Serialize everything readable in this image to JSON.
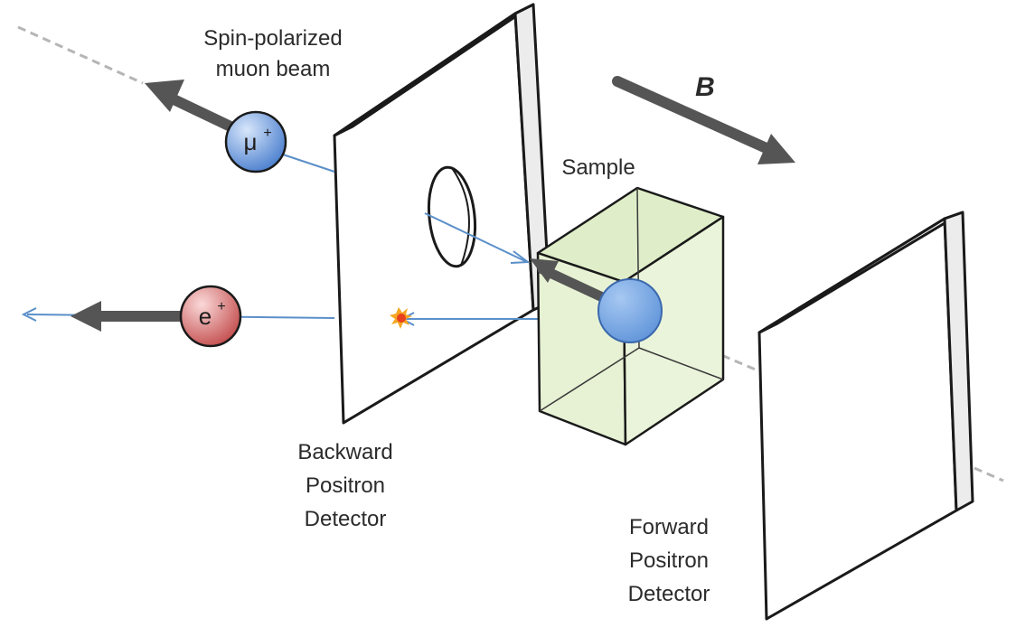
{
  "labels": {
    "beam_line1": "Spin-polarized",
    "beam_line2": "muon beam",
    "field": "B",
    "sample": "Sample",
    "backward_line1": "Backward",
    "backward_line2": "Positron",
    "backward_line3": "Detector",
    "forward_line1": "Forward",
    "forward_line2": "Positron",
    "forward_line3": "Detector"
  },
  "particles": {
    "muon_symbol": "μ",
    "muon_charge": "+",
    "positron_symbol": "e",
    "positron_charge": "+"
  },
  "colors": {
    "muon_fill": "#5b8fd6",
    "positron_fill": "#d46060",
    "sample_fill": "#e7f2d4",
    "trajectory": "#5b8fc9",
    "arrow": "#555555",
    "beam_axis": "#b5b5b5",
    "outline": "#1a1a1a"
  }
}
